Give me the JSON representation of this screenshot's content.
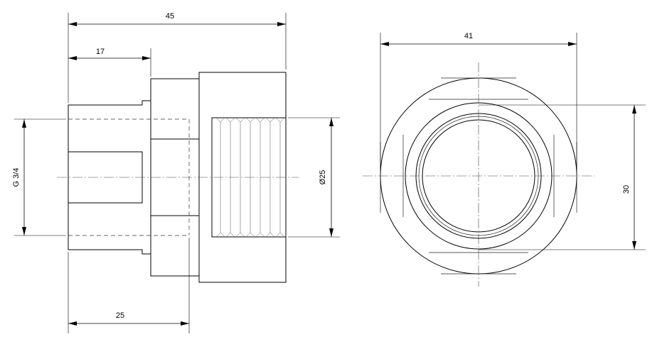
{
  "dimensions": {
    "overall_length": "45",
    "shoulder_length": "17",
    "inner_length": "25",
    "thread_size": "G 3/4",
    "bore_diameter": "Ø25",
    "front_diameter": "41",
    "flat_width": "30"
  }
}
